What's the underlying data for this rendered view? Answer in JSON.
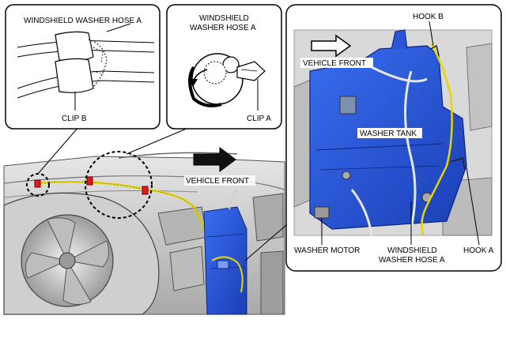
{
  "callouts": {
    "left": {
      "windshield_washer_hose_a": "WINDSHIELD WASHER HOSE A",
      "clip_b": "CLIP B"
    },
    "middle": {
      "windshield_washer_hose_a_line1": "WINDSHIELD",
      "windshield_washer_hose_a_line2": "WASHER HOSE A",
      "clip_a": "CLIP A"
    },
    "right": {
      "hook_b": "HOOK B",
      "vehicle_front": "VEHICLE FRONT",
      "washer_tank": "WASHER TANK",
      "washer_motor": "WASHER MOTOR",
      "windshield_washer_hose_a_line1": "WINDSHIELD",
      "windshield_washer_hose_a_line2": "WASHER HOSE A",
      "hook_a": "HOOK A"
    }
  },
  "main": {
    "vehicle_front": "VEHICLE FRONT"
  },
  "colors": {
    "tank_blue": "#1f4fd6",
    "hose_yellow": "#e8d400",
    "clip_red": "#e01b1b",
    "engine_grey": "#c8c8c8"
  }
}
